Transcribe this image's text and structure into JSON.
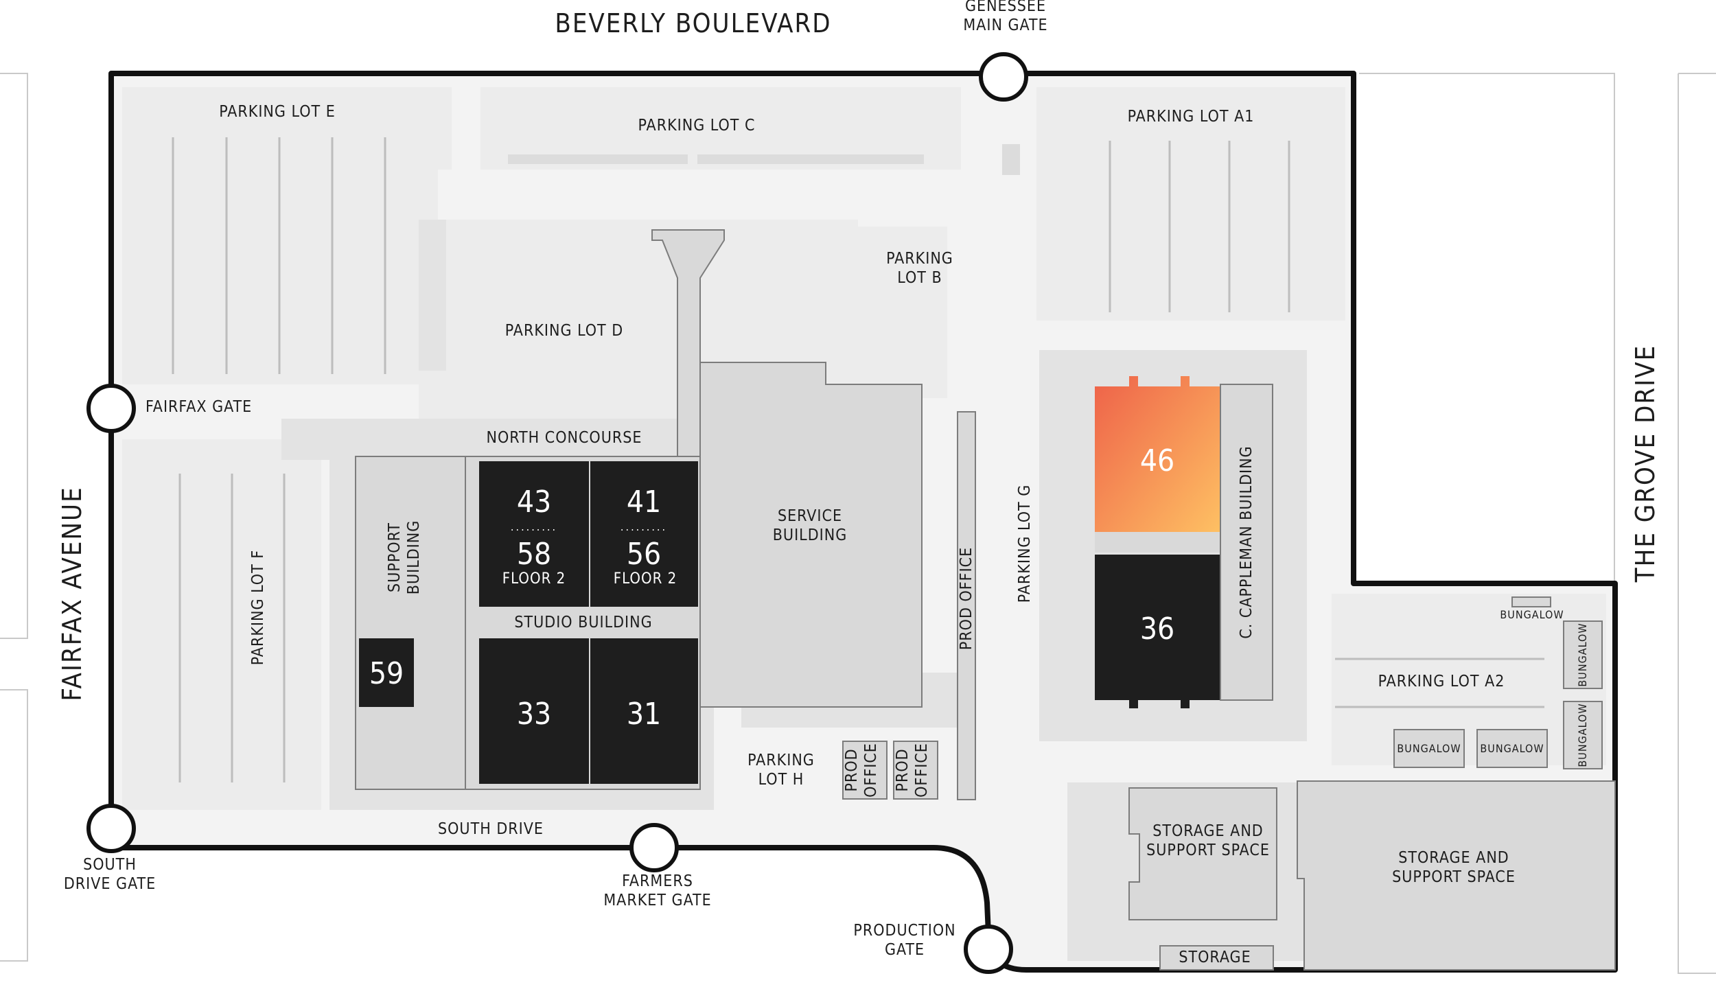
{
  "roads": {
    "north": "BEVERLY BOULEVARD",
    "west": "FAIRFAX AVENUE",
    "east": "THE GROVE DRIVE"
  },
  "gates": {
    "genessee": "GENESSEE\nMAIN GATE",
    "fairfax": "FAIRFAX GATE",
    "south_drive": "SOUTH\nDRIVE GATE",
    "farmers_market": "FARMERS\nMARKET GATE",
    "production": "PRODUCTION\nGATE"
  },
  "parking": {
    "lot_e": "PARKING LOT E",
    "lot_c": "PARKING LOT C",
    "lot_a1": "PARKING LOT A1",
    "lot_b": "PARKING\nLOT B",
    "lot_d": "PARKING LOT D",
    "lot_f": "PARKING LOT F",
    "lot_g": "PARKING LOT G",
    "lot_h": "PARKING\nLOT H",
    "lot_a2": "PARKING LOT A2"
  },
  "areas": {
    "north_concourse": "NORTH CONCOURSE",
    "studio_building": "STUDIO BUILDING",
    "south_drive": "SOUTH DRIVE"
  },
  "buildings": {
    "support": "SUPPORT\nBUILDING",
    "service": "SERVICE\nBUILDING",
    "prod_office_long": "PROD OFFICE",
    "prod_office_1": "PROD\nOFFICE",
    "prod_office_2": "PROD\nOFFICE",
    "cappleman": "C. CAPPLEMAN BUILDING",
    "bungalow_top": "BUNGALOW",
    "bungalow_1": "BUNGALOW",
    "bungalow_2": "BUNGALOW",
    "bungalow_v1": "BUNGALOW",
    "bungalow_v2": "BUNGALOW",
    "storage_support_1": "STORAGE AND\nSUPPORT SPACE",
    "storage_support_2": "STORAGE AND\nSUPPORT SPACE",
    "storage": "STORAGE"
  },
  "stages": {
    "s43": "43",
    "s58": "58",
    "s41": "41",
    "s56": "56",
    "floor2_a": "FLOOR 2",
    "floor2_b": "FLOOR 2",
    "s33": "33",
    "s31": "31",
    "s59": "59",
    "s46": "46",
    "s36": "36"
  },
  "colors": {
    "stage_dark": "#1e1e1e",
    "highlight_start": "#ee6249",
    "highlight_end": "#fec063",
    "boundary": "#111111",
    "lot_fill": "#ececec"
  }
}
